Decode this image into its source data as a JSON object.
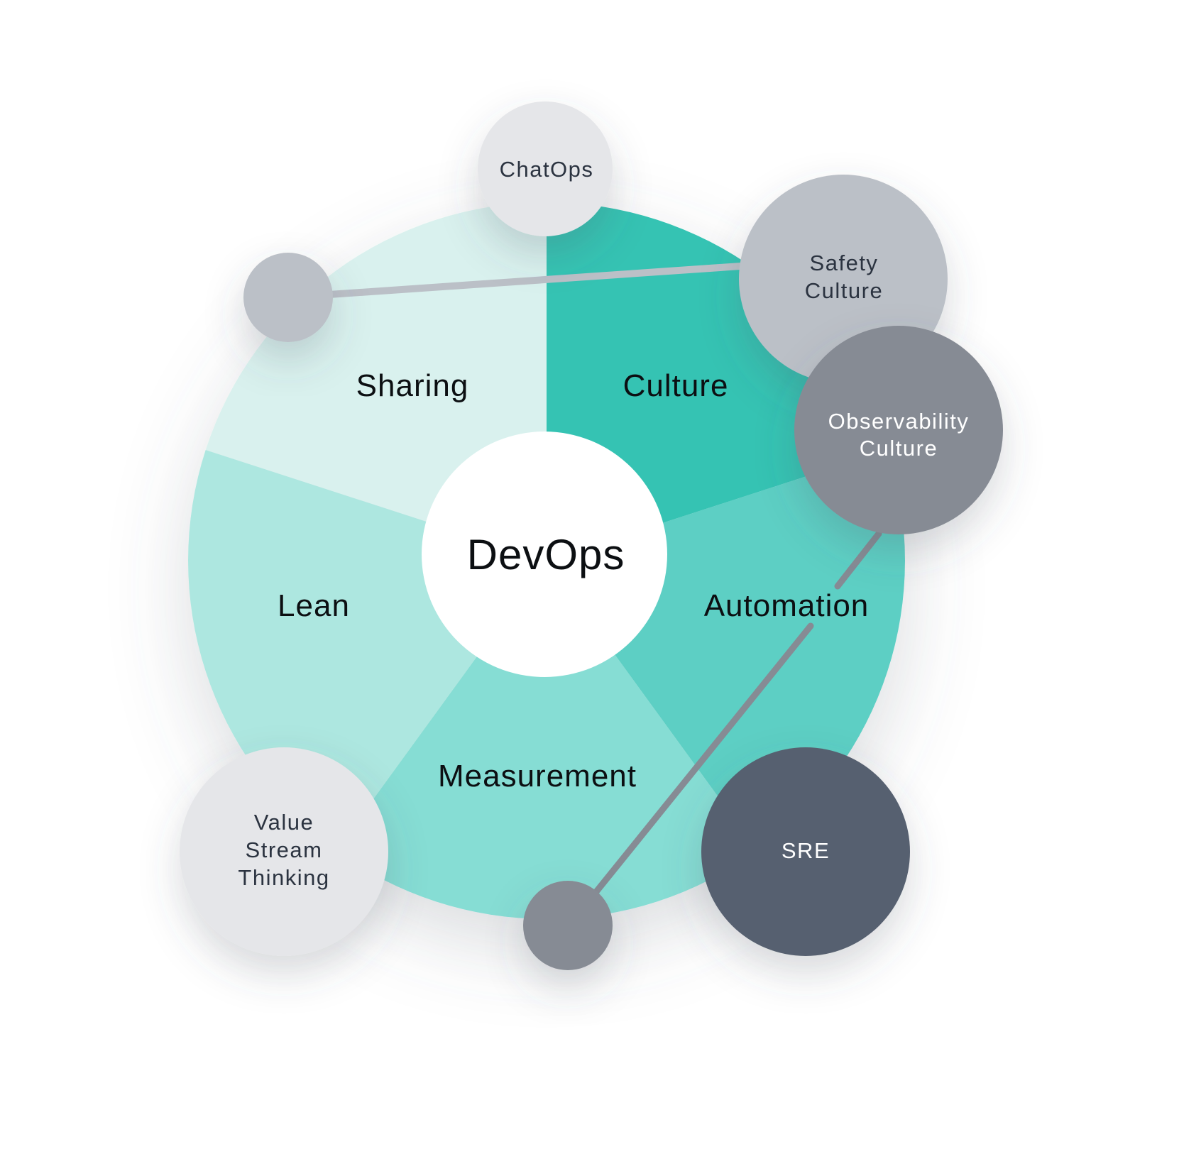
{
  "center": {
    "label": "DevOps"
  },
  "segments": {
    "sharing": "Sharing",
    "culture": "Culture",
    "automation": "Automation",
    "measurement": "Measurement",
    "lean": "Lean"
  },
  "bubbles": {
    "chatops": {
      "line1": "ChatOps"
    },
    "safety_culture": {
      "line1": "Safety",
      "line2": "Culture"
    },
    "observability_culture": {
      "line1": "Observability",
      "line2": "Culture"
    },
    "sre": {
      "line1": "SRE"
    },
    "value_stream_thinking": {
      "line1": "Value",
      "line2": "Stream",
      "line3": "Thinking"
    }
  },
  "colors": {
    "sharing": "#d9f1ee",
    "culture": "#35c3b3",
    "automation": "#5dcfc4",
    "measurement": "#86ddd4",
    "lean": "#ade7e0",
    "bubble_lightest": "#e5e6e9",
    "bubble_light": "#bbc0c7",
    "bubble_medium": "#868b94",
    "bubble_dark": "#576070",
    "connector_light": "#bbc0c7",
    "connector_dark": "#868b94"
  }
}
